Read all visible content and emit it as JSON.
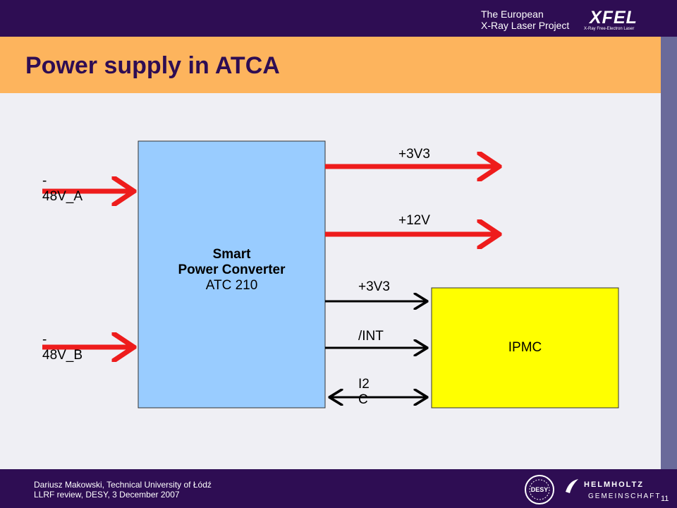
{
  "header": {
    "org_line1": "The European",
    "org_line2": "X-Ray Laser Project",
    "logo_word": "XFEL",
    "logo_sub": "X-Ray Free-Electron Laser"
  },
  "slide": {
    "title": "Power supply in ATCA",
    "number": "11"
  },
  "diagram": {
    "converter_line1": "Smart",
    "converter_line2": "Power Converter",
    "converter_line3": "ATC 210",
    "ipmc_label": "IPMC",
    "input_a_line1": "-",
    "input_a_line2": "48V_A",
    "input_b_line1": "-",
    "input_b_line2": "48V_B",
    "out_3v3_label": "+3V3",
    "out_12v_label": "+12V",
    "sig_3v3_label": "+3V3",
    "sig_int_label": "/INT",
    "sig_i2c_line1": "I2",
    "sig_i2c_line2": "C",
    "colors": {
      "converter_fill": "#99ccff",
      "ipmc_fill": "#ffff00",
      "power_arrow": "#ee1c1c",
      "signal_arrow": "#000000"
    }
  },
  "footer": {
    "author": "Dariusz Makowski, Technical University of Łódź",
    "event": "LLRF review, DESY, 3 December 2007",
    "desy_logo_text": "DESY",
    "helm_line1": "HELMHOLTZ",
    "helm_line2": "GEMEINSCHAFT"
  }
}
